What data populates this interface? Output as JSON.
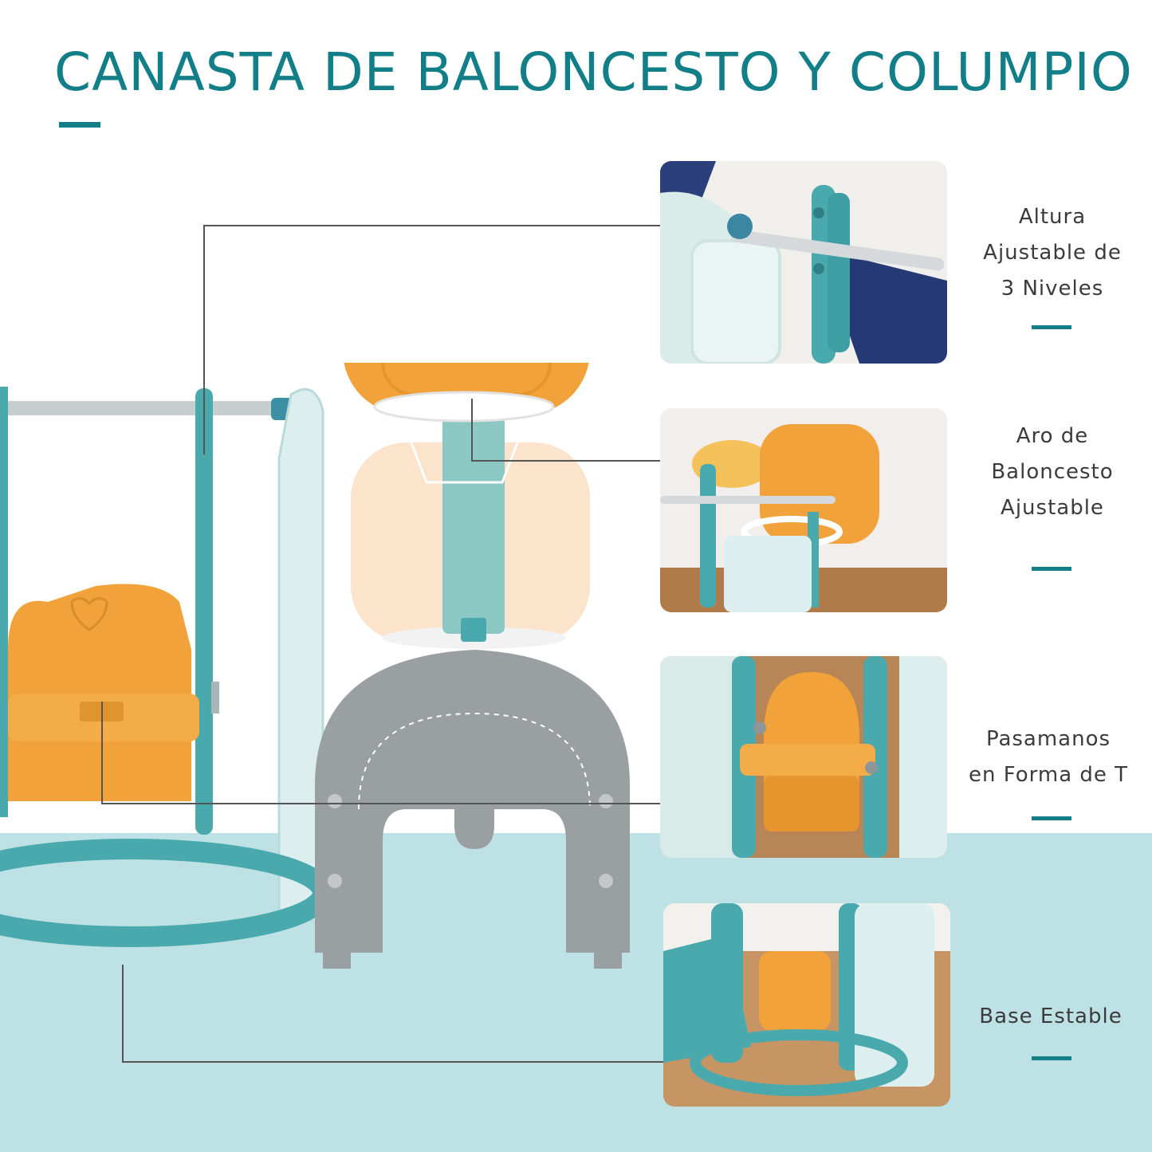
{
  "title": "CANASTA DE BALONCESTO Y COLUMPIO",
  "colors": {
    "accent": "#127f88",
    "floor": "#bde1e5",
    "orange": "#f1a23a",
    "teal": "#4aa9ad",
    "grey": "#8f9598",
    "mint": "#dcefee"
  },
  "features": [
    {
      "lines": [
        "Altura",
        "Ajustable de",
        "3 Niveles"
      ],
      "icon": "adjustable-height-photo"
    },
    {
      "lines": [
        "Aro de",
        "Baloncesto",
        "Ajustable"
      ],
      "icon": "basketball-hoop-photo"
    },
    {
      "lines": [
        "Pasamanos",
        "en Forma de T"
      ],
      "icon": "t-handrail-photo"
    },
    {
      "lines": [
        "Base Estable"
      ],
      "icon": "stable-base-photo"
    }
  ]
}
